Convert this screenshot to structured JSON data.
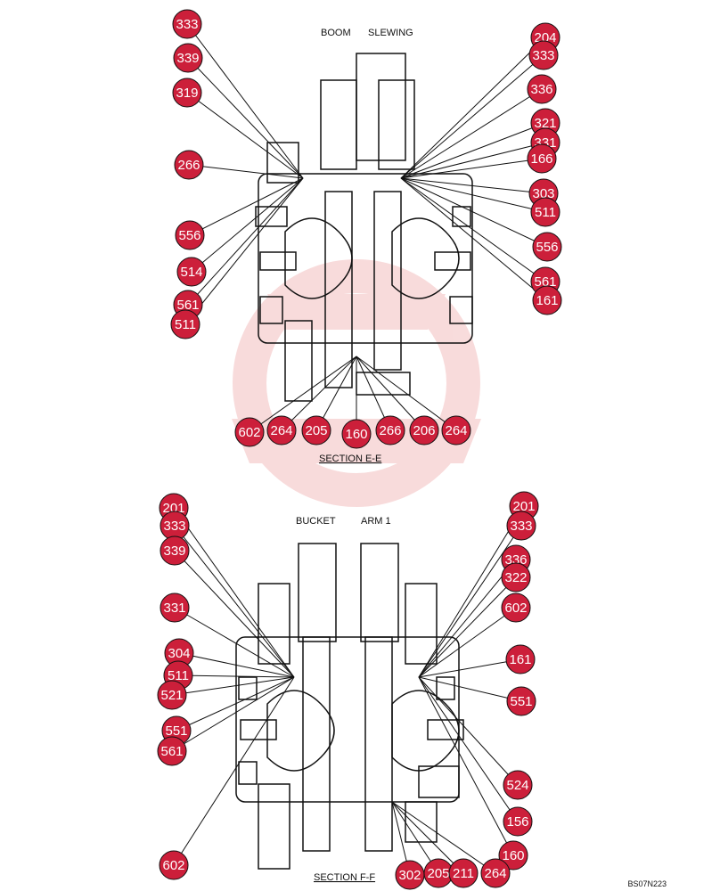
{
  "diagram": {
    "upper_section": {
      "labels": [
        "BOOM",
        "SLEWING"
      ],
      "caption": "SECTION   E-E",
      "callouts_left": [
        "333",
        "339",
        "319",
        "266",
        "556",
        "514",
        "561",
        "511"
      ],
      "callouts_right": [
        "204",
        "333",
        "336",
        "321",
        "331",
        "166",
        "303",
        "511",
        "556",
        "561",
        "161"
      ],
      "callouts_bottom": [
        "602",
        "264",
        "205",
        "160",
        "266",
        "206",
        "264"
      ]
    },
    "lower_section": {
      "labels": [
        "BUCKET",
        "ARM 1"
      ],
      "caption": "SECTION   F-F",
      "callouts_left": [
        "201",
        "333",
        "339",
        "331",
        "304",
        "511",
        "521",
        "551",
        "561",
        "602"
      ],
      "callouts_right": [
        "201",
        "333",
        "336",
        "322",
        "602",
        "161",
        "551",
        "524",
        "156",
        "160"
      ],
      "callouts_bottom": [
        "302",
        "205",
        "211",
        "264"
      ]
    },
    "drawing_code": "BS07N223",
    "colors": {
      "callout": "#cc1f3a",
      "line": "#111111",
      "watermark": "#f4c4c4"
    }
  }
}
